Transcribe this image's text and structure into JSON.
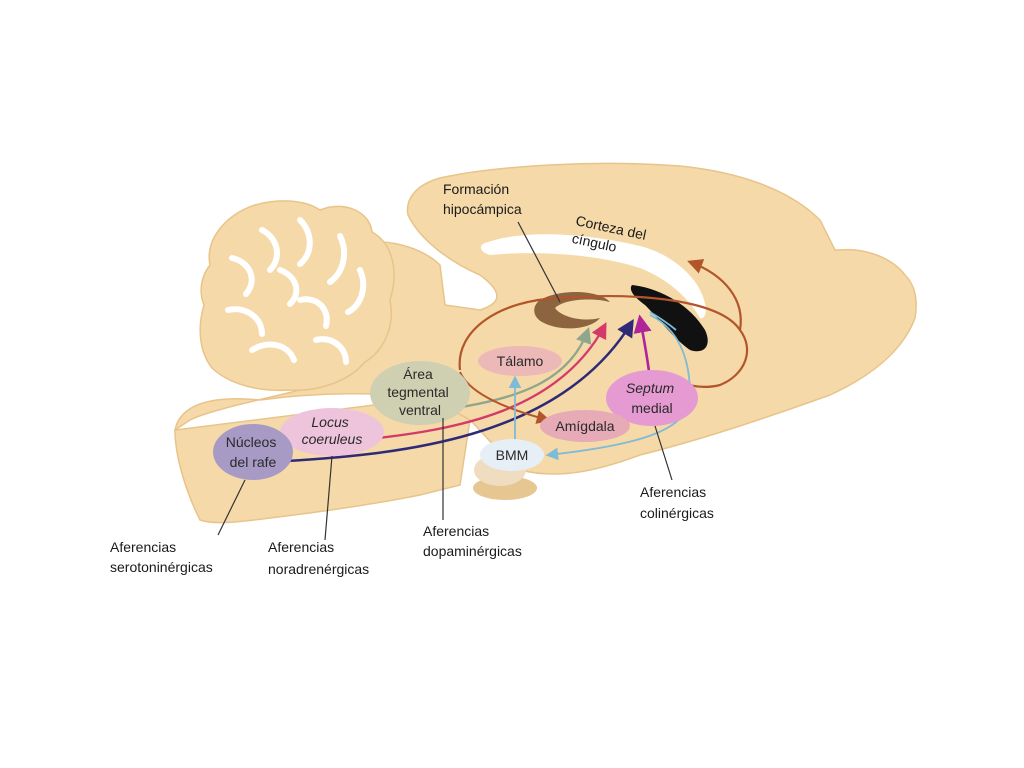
{
  "colors": {
    "brain_fill": "#f5d9a8",
    "brain_outline": "#e8c48a",
    "serotonergic": "#7a68a8",
    "noradrenergic": "#d33a6a",
    "dopaminergic": "#8fa68c",
    "cholinergic": "#b0239a",
    "cingulate_path": "#b2552b",
    "bmm_path": "#9fd0e6",
    "hippocampus": "#8c6440"
  },
  "labels": {
    "hippocampal_formation": [
      "Formación",
      "hipocámpica"
    ],
    "cingulate_cortex": [
      "Corteza del",
      "cíngulo"
    ]
  },
  "regions": {
    "thalamus": "Tálamo",
    "vta": [
      "Área",
      "tegmental",
      "ventral"
    ],
    "locus_coeruleus": [
      "Locus",
      "coeruleus"
    ],
    "raphe": [
      "Núcleos",
      "del rafe"
    ],
    "septum": [
      "Septum",
      "medial"
    ],
    "amygdala": "Amígdala",
    "bmm": "BMM"
  },
  "afferents": {
    "serotonergic": [
      "Aferencias",
      "serotoninérgicas"
    ],
    "noradrenergic": [
      "Aferencias",
      "noradrenérgicas"
    ],
    "dopaminergic": [
      "Aferencias",
      "dopaminérgicas"
    ],
    "cholinergic": [
      "Aferencias",
      "colinérgicas"
    ]
  }
}
